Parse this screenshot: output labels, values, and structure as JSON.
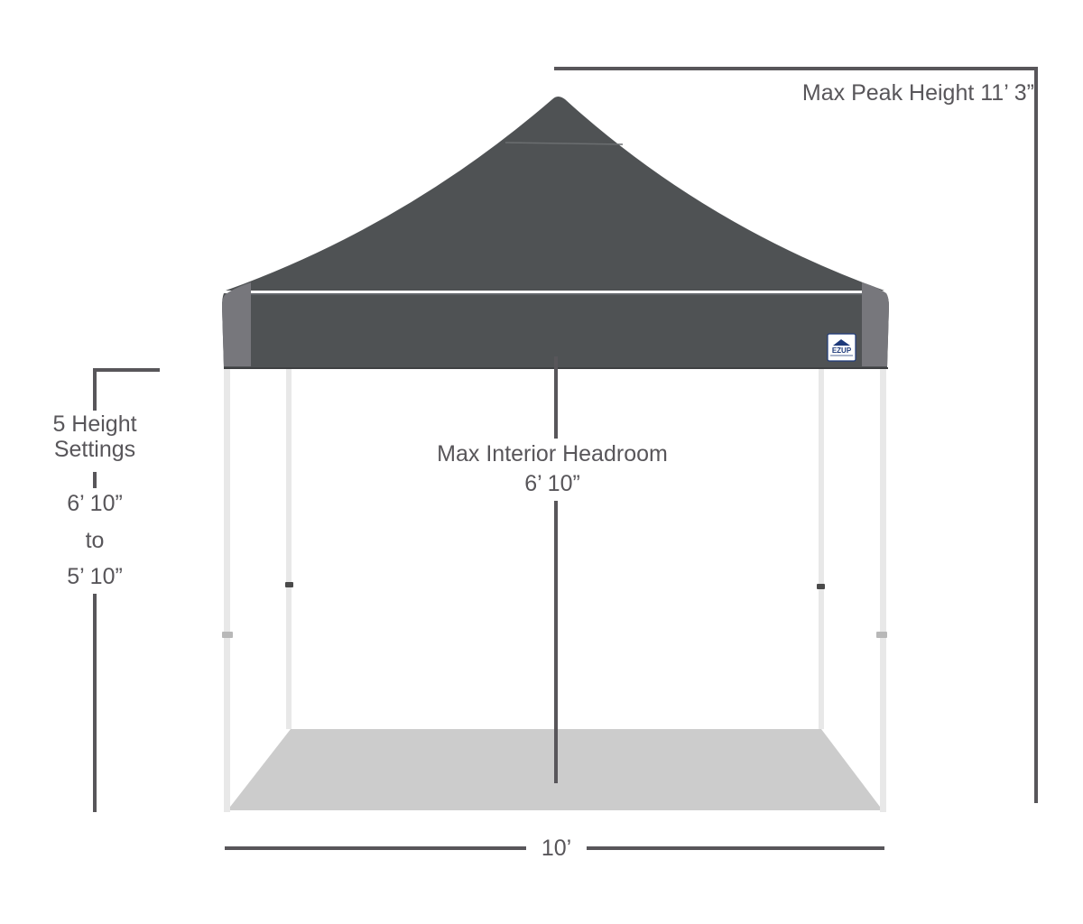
{
  "diagram": {
    "subject": "pop-up canopy tent dimensions",
    "labels": {
      "max_peak_height": "Max Peak Height 11’ 3”",
      "height_settings_line1": "5 Height",
      "height_settings_line2": "Settings",
      "height_max": "6’ 10”",
      "height_to": "to",
      "height_min": "5’ 10”",
      "interior_headroom_line1": "Max Interior Headroom",
      "interior_headroom_line2": "6’ 10”",
      "width": "10’"
    },
    "logo": {
      "text": "EZUP"
    },
    "colors": {
      "canopy": "#4f5254",
      "canopy_side": "#77777c",
      "frame": "#e6e6e6",
      "floor": "#cccccc",
      "dimension_line": "#58565a",
      "logo_blue": "#1e3a7a"
    }
  }
}
